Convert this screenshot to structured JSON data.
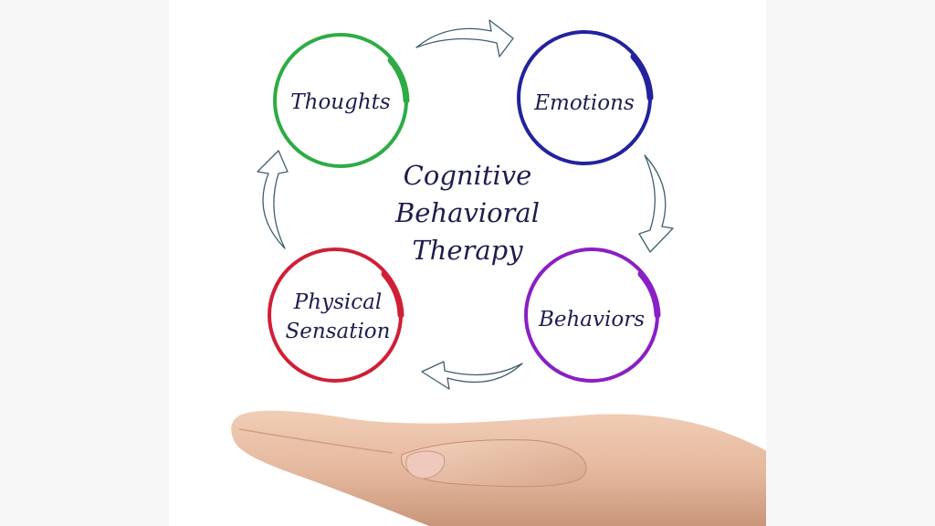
{
  "diagram": {
    "title_lines": [
      "Cognitive",
      "Behavioral",
      "Therapy"
    ],
    "nodes": [
      {
        "id": "thoughts",
        "lines": [
          "Thoughts"
        ],
        "color": "#2eab45"
      },
      {
        "id": "emotions",
        "lines": [
          "Emotions"
        ],
        "color": "#22229e"
      },
      {
        "id": "behaviors",
        "lines": [
          "Behaviors"
        ],
        "color": "#8a1fc4"
      },
      {
        "id": "physical-sensation",
        "lines": [
          "Physical",
          "Sensation"
        ],
        "color": "#d01f35"
      }
    ],
    "cycle_order": [
      "thoughts",
      "emotions",
      "behaviors",
      "physical-sensation"
    ]
  },
  "colors": {
    "background": "#ffffff",
    "arrow_stroke": "#3f5f6f",
    "text": "#1d1d4e",
    "skin": "#e8bfa6"
  }
}
